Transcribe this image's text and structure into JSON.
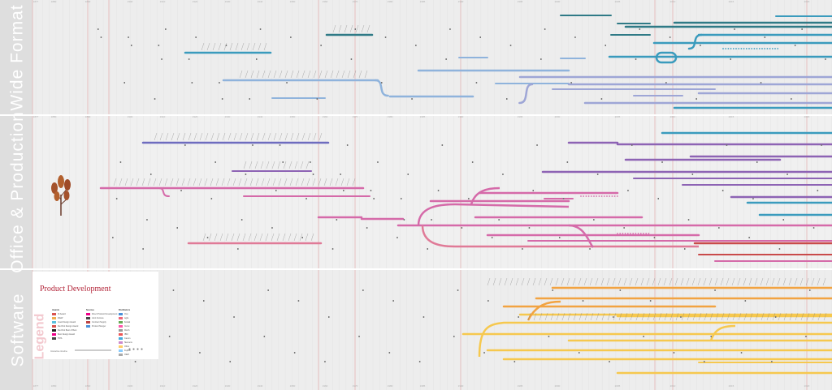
{
  "bands": [
    {
      "label": "Wide Format"
    },
    {
      "label": "Office & Production"
    },
    {
      "label": "Software"
    }
  ],
  "legend": {
    "title": "Product Development",
    "word": "Legend",
    "col1_header": "Awards",
    "col1_items": [
      "IF Award",
      "iNEW",
      "Good Design Award",
      "Red Dot Design Award",
      "Red Dot Best of Best",
      "Best Design Award",
      "TIPA"
    ],
    "col2_header": "Sources",
    "col2_items": [
      "Direct Product Development",
      "Joint Venture",
      "Contract Supply",
      "Product Merger"
    ],
    "col3_header": "Distributors",
    "col3_items": [
      "Océ",
      "Agfa",
      "Kodak",
      "Xerox",
      "Ricoh",
      "IBM",
      "Canon",
      "Siemens",
      "Other",
      "Fujifilm",
      "OEM"
    ],
    "footnote": "Interactive timeline"
  },
  "axis_years": [
    "1877",
    "1880",
    "1890",
    "1900",
    "1910",
    "1920",
    "1930",
    "1940",
    "1950",
    "1960",
    "1970",
    "1980",
    "1985",
    "1990",
    "1995",
    "2000",
    "2005",
    "2010",
    "2015",
    "2020"
  ],
  "colors": {
    "wide_dark": "#2f7a86",
    "wide_teal": "#3a9bbd",
    "wide_light": "#8fb3dc",
    "wide_lilac": "#9ea6d6",
    "office_indigo": "#6e6cbf",
    "office_purple": "#8d63b4",
    "office_pink": "#d56aa9",
    "office_rose": "#e07a97",
    "office_red": "#c94a4a",
    "soft_orange": "#f2a341",
    "soft_yellow": "#f6c84e",
    "milestone_line": "#e4b4b4",
    "legend_title": "#b3263a"
  },
  "icons": [
    "tree-logo-icon"
  ]
}
